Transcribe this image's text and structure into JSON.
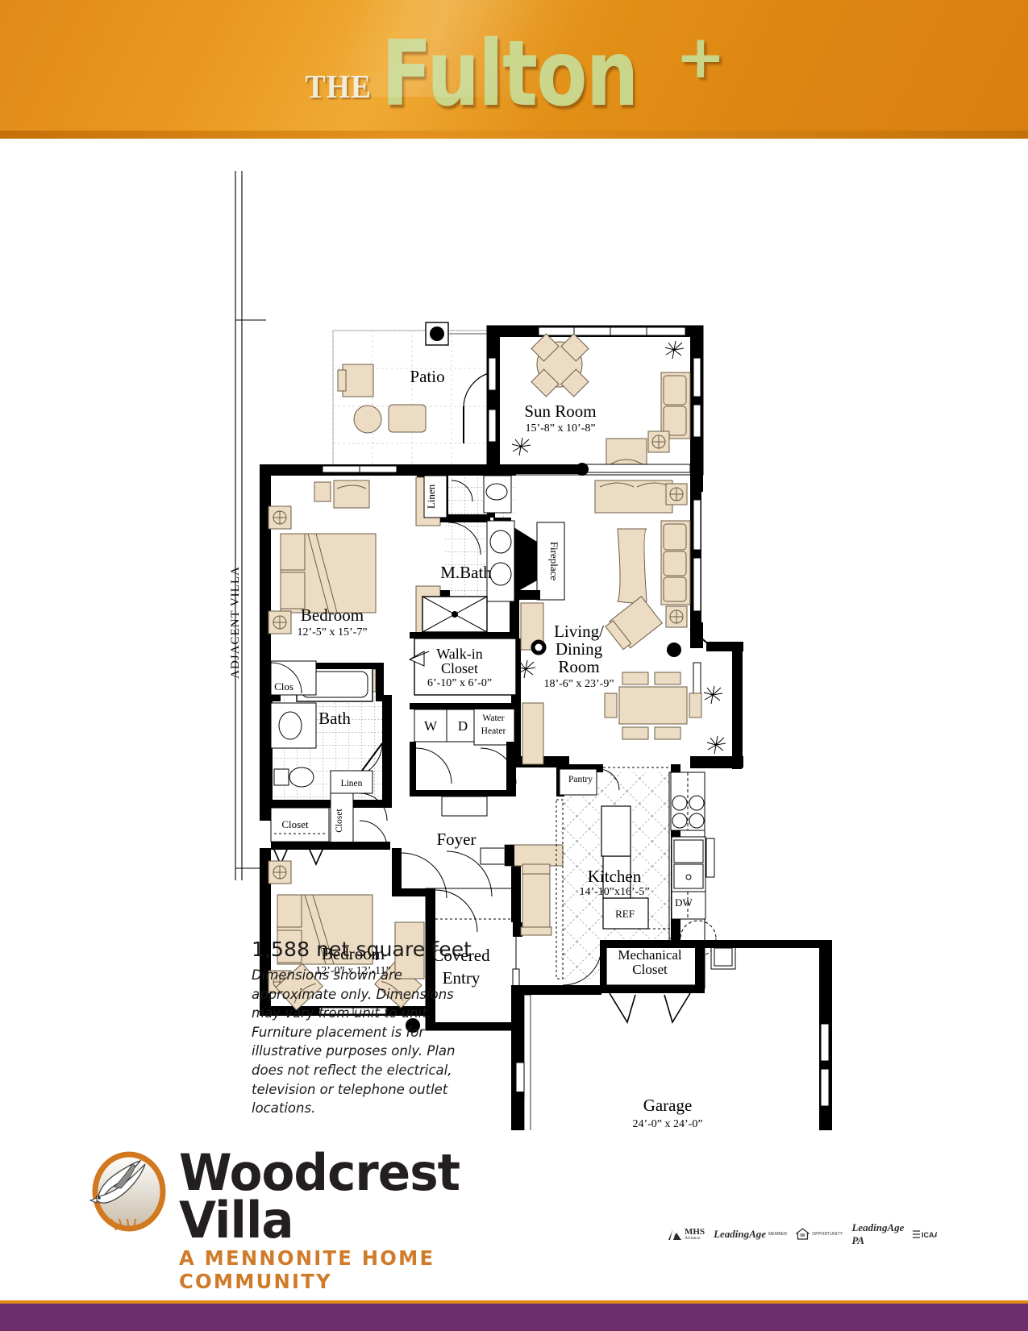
{
  "header": {
    "the_label": "THE",
    "plan_name": "Fulton",
    "plus_mark": "+",
    "banner_color": "#e08a18",
    "title_color": "#c9d68a"
  },
  "floorplan": {
    "adjacent_villa_label": "ADJACENT VILLA",
    "rooms": [
      {
        "name": "Patio",
        "dimensions": ""
      },
      {
        "name": "Sun Room",
        "dimensions": "15'-8” x 10'-8”"
      },
      {
        "name": "Living/",
        "dimensions": ""
      },
      {
        "name": "Dining",
        "dimensions": ""
      },
      {
        "name": "Room",
        "dimensions": "18'-6” x 23'-9”"
      },
      {
        "name": "Bedroom",
        "dimensions": "12'-5” x 15'-7”"
      },
      {
        "name": "M.Bath",
        "dimensions": ""
      },
      {
        "name": "Walk-in",
        "dimensions": ""
      },
      {
        "name": "Closet",
        "dimensions": "6'-10” x 6'-0”"
      },
      {
        "name": "Bath",
        "dimensions": ""
      },
      {
        "name": "Foyer",
        "dimensions": ""
      },
      {
        "name": "Bedroom",
        "dimensions": "12'-0” x 12'-11”"
      },
      {
        "name": "Covered",
        "dimensions": ""
      },
      {
        "name": "Entry",
        "dimensions": ""
      },
      {
        "name": "Kitchen",
        "dimensions": "14'-10”x16'-5”"
      },
      {
        "name": "Mechanical",
        "dimensions": ""
      },
      {
        "name": "Closet",
        "dimensions": ""
      },
      {
        "name": "Garage",
        "dimensions": "24'-0” x 24'-0”"
      }
    ],
    "labels": {
      "patio": "Patio",
      "sun_room": "Sun Room",
      "sun_room_dim": "15’-8” x 10’-8”",
      "living_line1": "Living/",
      "living_line2": "Dining",
      "living_line3": "Room",
      "living_dim": "18’-6” x 23’-9”",
      "fireplace": "Fireplace",
      "m_bath": "M.Bath",
      "linen_top": "Linen",
      "bedroom_master": "Bedroom",
      "bedroom_master_dim": "12’-5” x 15’-7”",
      "walkin_line1": "Walk-in",
      "walkin_line2": "Closet",
      "walkin_dim": "6’-10” x 6’-0”",
      "closet_small": "Clos",
      "bath": "Bath",
      "linen_lower": "Linen",
      "closet_vertical": "Closet",
      "closet_bottom": "Closet",
      "washer": "W",
      "dryer": "D",
      "water_heater_line1": "Water",
      "water_heater_line2": "Heater",
      "foyer": "Foyer",
      "bedroom_second": "Bedroom",
      "bedroom_second_dim": "12’-0” x 12’-11”",
      "covered_line1": "Covered",
      "covered_line2": "Entry",
      "pantry": "Pantry",
      "kitchen": "Kitchen",
      "kitchen_dim": "14’-10”x16’-5”",
      "refrigerator": "REF",
      "dishwasher": "DW",
      "mechanical_line1": "Mechanical",
      "mechanical_line2": "Closet",
      "garage": "Garage",
      "garage_dim": "24’-0” x 24’-0”"
    }
  },
  "summary": {
    "square_feet": "1,588 net square feet",
    "disclaimer": "Dimensions shown are approximate only. Dimensions may vary from unit to unit. Furniture placement is for illustrative purposes only. Plan does not reflect the electrical, television or telephone outlet locations."
  },
  "branding": {
    "community_name": "Woodcrest Villa",
    "tagline": "A Mennonite Home Community",
    "tagline_color": "#d07b2a",
    "affiliations": [
      {
        "name": "MHS",
        "sub": "Alliance"
      },
      {
        "name": "LeadingAge",
        "sub": ""
      },
      {
        "name": "equal-housing-opportunity",
        "sub": "OPPORTUNITY"
      },
      {
        "name": "LeadingAge PA",
        "sub": ""
      },
      {
        "name": "ICAA",
        "sub": ""
      }
    ]
  },
  "footer": {
    "bar_color": "#6d2f6b"
  }
}
